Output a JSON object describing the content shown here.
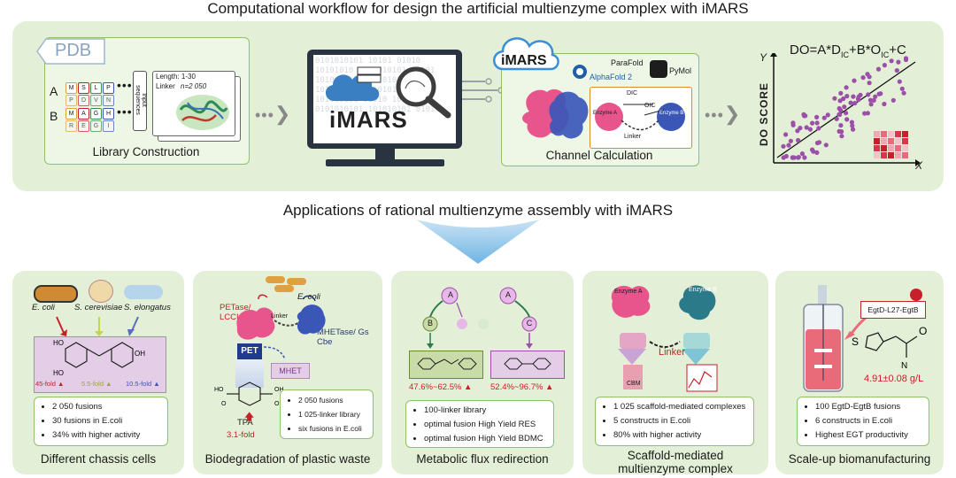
{
  "top_title": "Computational workflow for design the artificial multienzyme complex with iMARS",
  "bottom_title": "Applications of rational multienzyme assembly with iMARS",
  "workflow": {
    "library": {
      "pdb": "PDB",
      "row_a": "A",
      "row_b": "B",
      "tiles_a1": [
        "M",
        "S",
        "L",
        "P"
      ],
      "tiles_a2": [
        "P",
        "D",
        "V",
        "N"
      ],
      "tiles_b1": [
        "M",
        "A",
        "G",
        "H"
      ],
      "tiles_b2": [
        "R",
        "E",
        "G",
        "I"
      ],
      "input_label": "Input sequences",
      "length": "Length: 1-30",
      "linker_label": "Linker",
      "linker_n": "n=2 050",
      "caption": "Library Construction"
    },
    "monitor_label": "iMARS",
    "channel": {
      "cloud_label": "iMARS",
      "parafold": "ParaFold",
      "alphafold": "AlphaFold 2",
      "pymol": "PyMol",
      "enzyme_a": "Enzyme A",
      "enzyme_b": "Enzyme B",
      "d_ic": "DIC",
      "o_ic": "OIC",
      "linker": "Linker",
      "caption": "Channel Calculation"
    },
    "score": {
      "formula_pre": "DO=A*D",
      "formula_sub1": "IC",
      "formula_mid": "+B*O",
      "formula_sub2": "IC",
      "formula_post": "+C",
      "y_axis": "Y",
      "x_axis": "X",
      "ylabel": "DO SCORE"
    }
  },
  "cards": [
    {
      "title": "Different chassis cells",
      "org1": "E. coli",
      "org2": "S. cerevisiae",
      "org3": "S. elongatus",
      "fold1": "45-fold",
      "fold2": "5.5-fold",
      "fold3": "10.5-fold",
      "bullets": [
        "2 050 fusions",
        "30 fusions in E.coli",
        "34% with higher activity"
      ]
    },
    {
      "title": "Biodegradation of plastic waste",
      "ecoli": "E. coli",
      "petase": "PETase/ LCCICCG",
      "linker": "Linker",
      "mhetase": "MHETase/ Gs Cbe",
      "pet": "PET",
      "mhet": "MHET",
      "tpa": "TPA",
      "fold": "3.1-fold",
      "bullets": [
        "2 050 fusions",
        "1 025-linker library",
        "six fusions in E.coli"
      ]
    },
    {
      "title": "Metabolic flux redirection",
      "a1": "A",
      "b": "B",
      "a2": "A",
      "c": "C",
      "range1": "47.6%~62.5%",
      "range2": "52.4%~96.7%",
      "bullets": [
        "100-linker library",
        "optimal fusion High Yield RES",
        "optimal fusion High Yield BDMC"
      ]
    },
    {
      "title_line1": "Scaffold-mediated",
      "title_line2": "multienzyme complex",
      "enzyme_a": "Enzyme A",
      "enzyme_b": "Enzyme B",
      "linker": "Linker",
      "cbm": "CBM",
      "bullets": [
        "1 025 scaffold-mediated  complexes",
        "5 constructs in E.coli",
        "80% with higher activity"
      ]
    },
    {
      "title": "Scale-up biomanufacturing",
      "fusion": "EgtD-L27-EgtB",
      "titer": "4.91±0.08 g/L",
      "bullets": [
        "100 EgtD-EgtB fusions",
        "6 constructs in E.coli",
        "Highest EGT productivity"
      ]
    }
  ],
  "colors": {
    "panel": "#e3efd6",
    "border": "#8cc26a",
    "accent_red": "#c8202a",
    "purple": "#9b4fa8",
    "navy": "#2a3a6b"
  }
}
